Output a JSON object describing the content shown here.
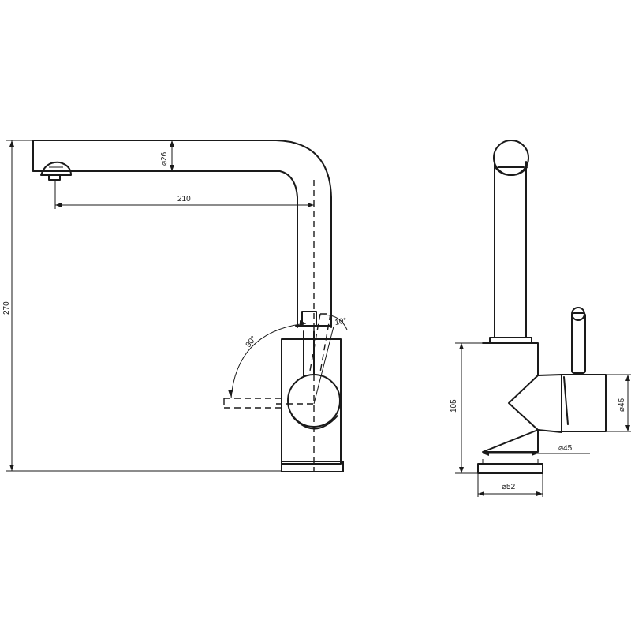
{
  "dimensions": {
    "spout_diameter": "⌀26",
    "spout_reach": "210",
    "total_height": "270",
    "rotation_angle": "90°",
    "handle_tilt": "10°",
    "body_height": "105",
    "handle_diameter": "⌀45",
    "body_diameter": "⌀45",
    "base_diameter": "⌀52"
  }
}
